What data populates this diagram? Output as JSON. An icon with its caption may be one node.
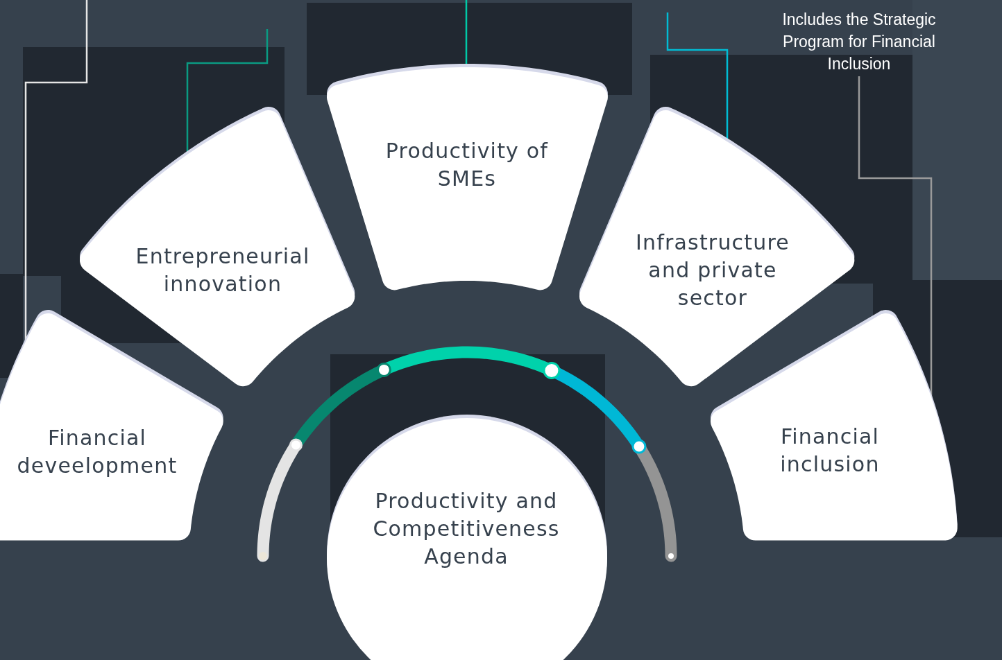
{
  "diagram": {
    "nodes": [
      {
        "text": [
          "Financial deveelopment"
        ]
      },
      {
        "text": [
          "Entrepreneurial innovation"
        ]
      },
      {
        "text": [
          "Productivity of SMEs"
        ]
      },
      {
        "text": [
          "Infrastructure and private sector"
        ]
      },
      {
        "text": [
          "Financial inclusion"
        ]
      },
      {
        "text": [
          "Productivity and Competitiveness Agenda"
        ]
      },
      {
        "text": [
          "Includes the Strategic Program for Financial Inclusion"
        ]
      }
    ],
    "edges": [
      {
        "from": null,
        "to": 0,
        "arrow": "none",
        "color": "#e6e6e6"
      },
      {
        "from": null,
        "to": 1,
        "arrow": "none",
        "color": "#0a9a82"
      },
      {
        "from": null,
        "to": 2,
        "arrow": "none",
        "color": "#00c9a7"
      },
      {
        "from": null,
        "to": 3,
        "arrow": "none",
        "color": "#00bcd4"
      },
      {
        "from": 6,
        "to": 4,
        "arrow": "none",
        "color": "#9a9a9a"
      }
    ]
  }
}
